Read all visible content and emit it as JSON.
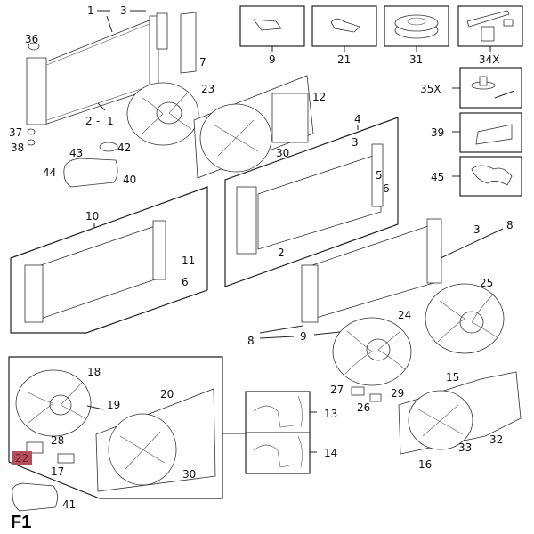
{
  "diagram": {
    "figure_label": "F1",
    "highlight_color": "#b0505d",
    "callouts": {
      "p1a": "1",
      "p3a": "3",
      "p36": "36",
      "p7": "7",
      "p23": "23",
      "p2_1": "2",
      "p1b": "1",
      "p37": "37",
      "p38": "38",
      "p43": "43",
      "p42": "42",
      "p44": "44",
      "p40": "40",
      "p9": "9",
      "p21": "21",
      "p31": "31",
      "p34x": "34X",
      "p35x": "35X",
      "p39": "39",
      "p45": "45",
      "p12": "12",
      "p4": "4",
      "p3b": "3",
      "p30a": "30",
      "p5": "5",
      "p6a": "6",
      "p10": "10",
      "p11": "11",
      "p6b": "6",
      "p2b": "2",
      "p3c": "3",
      "p8a": "8",
      "p25": "25",
      "p24": "24",
      "p8b": "8",
      "p9b": "9",
      "p18": "18",
      "p19": "19",
      "p20": "20",
      "p28": "28",
      "p22": "22",
      "p17": "17",
      "p30b": "30",
      "p41": "41",
      "p13": "13",
      "p14": "14",
      "p27": "27",
      "p26": "26",
      "p29": "29",
      "p15": "15",
      "p33": "33",
      "p32": "32",
      "p16": "16"
    }
  }
}
